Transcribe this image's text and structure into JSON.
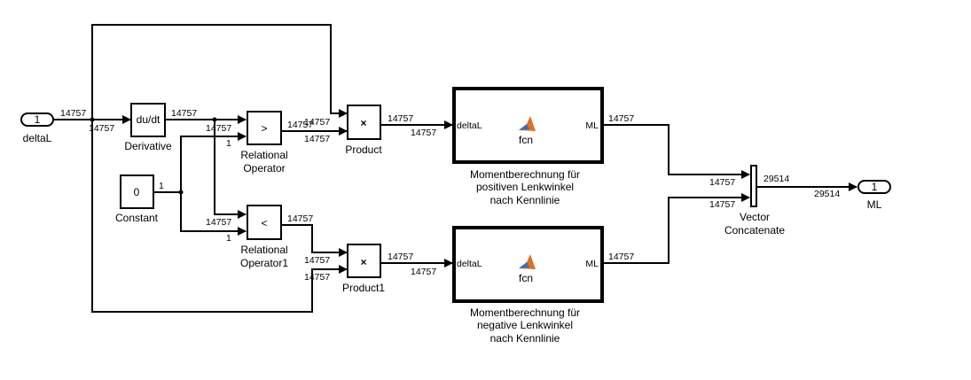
{
  "blocks": {
    "inport": {
      "number": "1",
      "label": "deltaL"
    },
    "derivative": {
      "text": "du/dt",
      "label": "Derivative"
    },
    "constant": {
      "text": "0",
      "label": "Constant"
    },
    "relop": {
      "text": ">",
      "label1": "Relational",
      "label2": "Operator"
    },
    "relop1": {
      "text": "<",
      "label1": "Relational",
      "label2": "Operator1"
    },
    "product": {
      "text": "×",
      "label": "Product"
    },
    "product1": {
      "text": "×",
      "label": "Product1"
    },
    "fcn_pos": {
      "in_port": "deltaL",
      "out_port": "ML",
      "name": "fcn",
      "label1": "Momentberechnung für",
      "label2": "positiven Lenkwinkel",
      "label3": "nach Kennlinie"
    },
    "fcn_neg": {
      "in_port": "deltaL",
      "out_port": "ML",
      "name": "fcn",
      "label1": "Momentberechnung für",
      "label2": "negative Lenkwinkel",
      "label3": "nach Kennlinie"
    },
    "concat": {
      "label1": "Vector",
      "label2": "Concatenate"
    },
    "outport": {
      "number": "1",
      "label": "ML"
    }
  },
  "signals": {
    "in_out": "14757",
    "deriv_in": "14757",
    "deriv_out": "14757",
    "relop_in1": "14757",
    "relop_in2": "1",
    "const_out": "1",
    "relop1_in1": "14757",
    "relop1_in2": "1",
    "relop_out": "14757",
    "prod_in1": "14757",
    "prod_in2": "14757",
    "relop1_out": "14757",
    "prod1_in1": "14757",
    "prod1_in2": "14757",
    "prod_out": "14757",
    "fcn_pos_in": "14757",
    "prod1_out": "14757",
    "fcn_neg_in": "14757",
    "fcn_pos_out": "14757",
    "fcn_neg_out": "14757",
    "concat_in1": "14757",
    "concat_in2": "14757",
    "concat_out": "29514",
    "outport_in": "29514"
  }
}
